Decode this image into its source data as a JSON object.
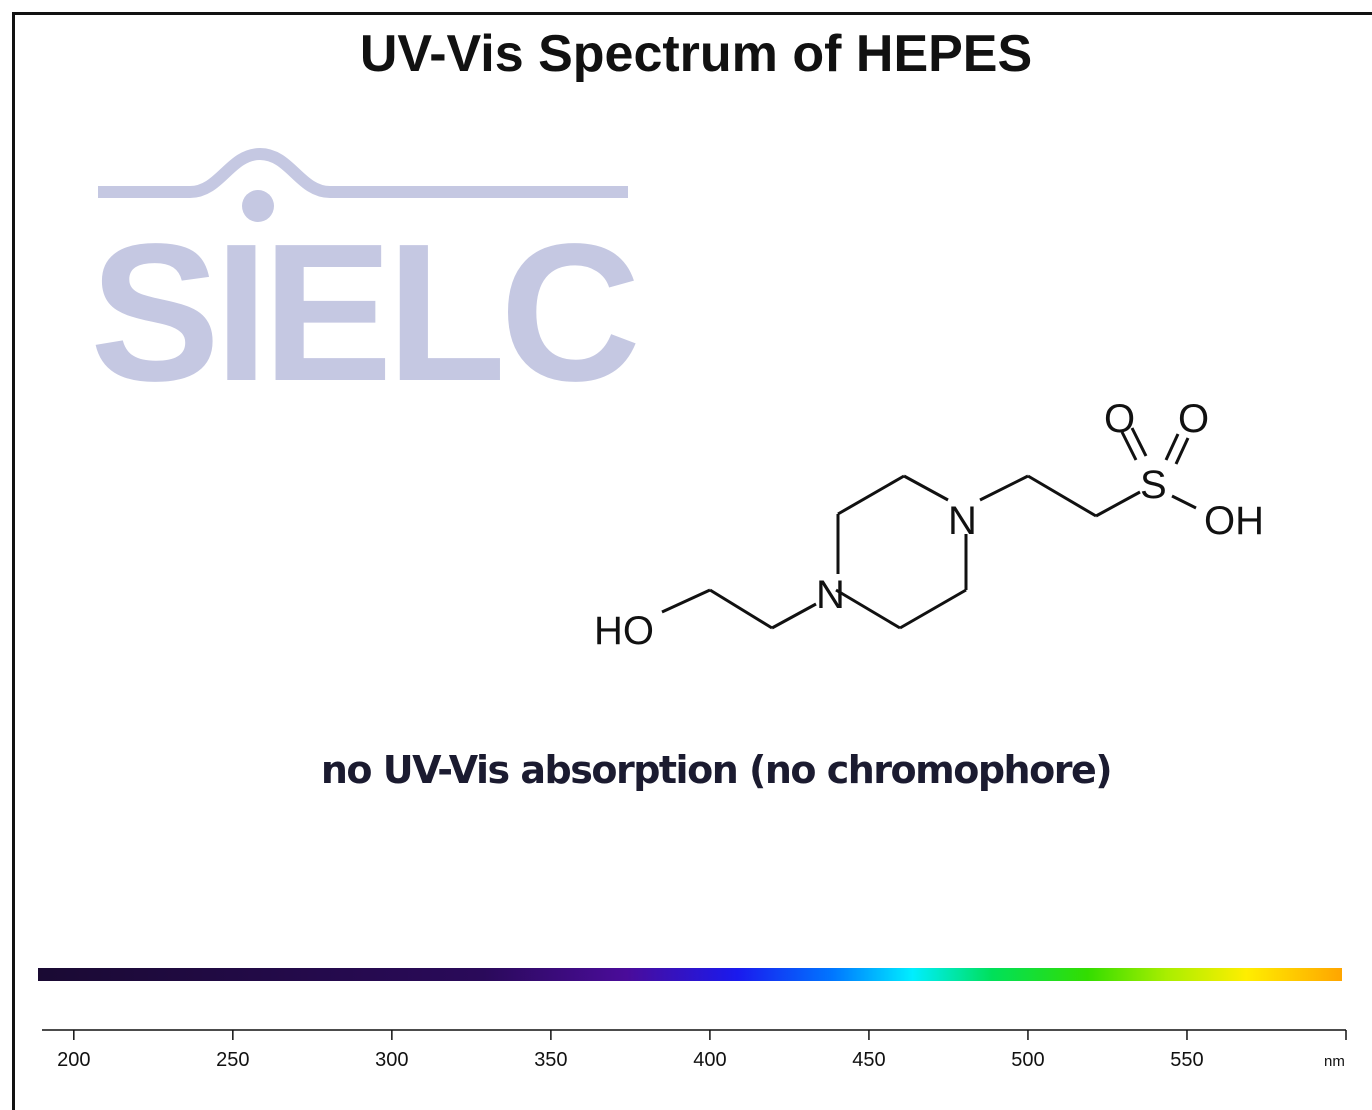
{
  "title": "UV-Vis Spectrum of HEPES",
  "logo_text": "SIELC",
  "note": "no UV-Vis absorption (no chromophore)",
  "molecule_labels": {
    "ho": "HO",
    "n1": "N",
    "n2": "N",
    "s": "S",
    "o1": "O",
    "o2": "O",
    "oh": "OH"
  },
  "colors": {
    "logo": "#c5c8e2",
    "text": "#111111",
    "note": "#1b1b30"
  },
  "chart_data": {
    "type": "line",
    "title": "UV-Vis Spectrum of HEPES",
    "xlabel": "nm",
    "ylabel": "",
    "xlim": [
      190,
      600
    ],
    "x_ticks": [
      200,
      250,
      300,
      350,
      400,
      450,
      500,
      550
    ],
    "series": [],
    "annotations": [
      "no UV-Vis absorption (no chromophore)"
    ],
    "spectrum_gradient": [
      {
        "nm": 190,
        "color": "#1a0a33"
      },
      {
        "nm": 330,
        "color": "#2a0a5a"
      },
      {
        "nm": 375,
        "color": "#4a0c9a"
      },
      {
        "nm": 410,
        "color": "#1a1aee"
      },
      {
        "nm": 440,
        "color": "#0077ff"
      },
      {
        "nm": 465,
        "color": "#00eeff"
      },
      {
        "nm": 490,
        "color": "#00e05a"
      },
      {
        "nm": 520,
        "color": "#33dd00"
      },
      {
        "nm": 545,
        "color": "#aaee00"
      },
      {
        "nm": 570,
        "color": "#ffee00"
      },
      {
        "nm": 600,
        "color": "#ffa500"
      }
    ]
  }
}
